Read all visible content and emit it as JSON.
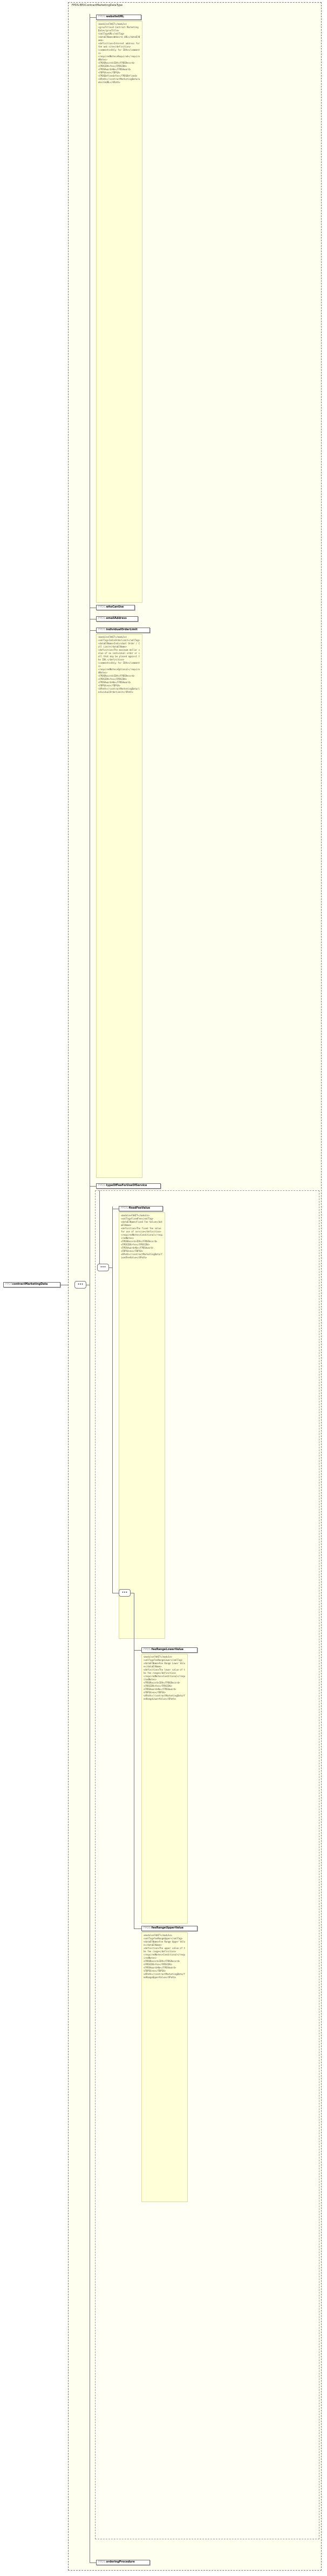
{
  "root_element": {
    "prefix": "FPDS",
    "name": "contractMarketingData"
  },
  "complex_type": {
    "title": "FPDS:EEVContractMarketingDataType"
  },
  "compositors": {
    "sequence_symbol": "•••",
    "choice_symbol": "•••"
  },
  "elements": [
    {
      "prefix": "FPDS:",
      "name": "websiteURL"
    },
    {
      "prefix": "FPDS:",
      "name": "whoCanUse"
    },
    {
      "prefix": "FPDS:",
      "name": "emailAddress"
    },
    {
      "prefix": "FPDS:",
      "name": "individualOrderLimit"
    },
    {
      "prefix": "FPDS:",
      "name": "typeOfFeeForUseOfService"
    },
    {
      "prefix": "FPDS:",
      "name": "fixedFeeValue"
    },
    {
      "prefix": "FPDS:",
      "name": "feeRangeLowerValue"
    },
    {
      "prefix": "FPDS:",
      "name": "feeRangeUpperValue"
    },
    {
      "prefix": "FPDS:",
      "name": "orderingProcedure"
    }
  ],
  "annotations": {
    "websiteURL": "<module>FAHIT</module>\n<grouTitle>A Contract Marketing Data</grouTitle>\n<xmlTag>URL</xmlTag>\n<dataElName>Website URL</dataElName>\n<definition>Internet address for the web site</definition>\n<comments>Only for IDVs</comments>\n<requiredNotes>Required</requiredNotes>\n<FPDSRecord>IDV</FPDSRecord>\n<FPDSIDV>Yes</FPDSIDV>\n<FPDSAward>No</FPDSAward>\n<FDPSX>no</FDPSX>\n<FPDSDefined>Yes</FPDSDefined>\n<XPath>//contractMarketingData/websiteURL</XPath>",
    "whoCanUse": "",
    "emailAddress": "",
    "individualOrderLimit": "<module>FAHIT</module>\n<xmlTag>IndivOrderLimit</xmlTag>\n<dataElName>Individual Order / Call Limit</dataElName>\n<definition>The maximum dollar value of an individual order or call that may be placed against the IDV.</definition>\n<comments>Only for IDVs</comments>\n<requiredNotes>Optional</requiredNotes>\n<FPDSRecord>IDV</FPDSRecord>\n<FPDSIDV>Yes</FPDSIDV>\n<FPDSAward>No</FPDSAward>\n<FDPSX>no</FDPSX>\n<XPath>//contractMarketingData/individualOrderLimit</XPath>",
    "typeOfFeeForUseOfService": "<module>FAHIT</module>\n<xmlTag>FeeForUseOfService</xmlTag>\n<dataElName>Type of Fee for Use of Service</dataElName>\n<definition>Fixed, Range, or No Fee</definition>\n<requiredNotes>Required</requiredNotes>\n<FPDSRecord>IDV</FPDSRecord>\n<FPDSIDV>Yes</FPDSIDV>\n<FPDSAward>No</FPDSAward>\n<FDPSX>no</FDPSX>\n<XPath>//contractMarketingData/typeOfFeeForUseOfService</XPath>",
    "fixedFeeValue": "<module>FAHIT</module>\n<xmlTag>FixedFee</xmlTag>\n<dataElName>Fixed Fee Value</dataElName>\n<definition>The fixed fee value for use of service</definition>\n<requiredNotes>Conditional</requiredNotes>\n<FPDSRecord>IDV</FPDSRecord>\n<FPDSIDV>Yes</FPDSIDV>\n<FPDSAward>No</FPDSAward>\n<FDPSX>no</FDPSX>\n<XPath>//contractMarketingData/fixedFeeValue</XPath>",
    "feeRangeLowerValue": "<module>FAHIT</module>\n<xmlTag>FeeRangeLower</xmlTag>\n<dataElName>Fee Range Lower Value</dataElName>\n<definition>The lower value of the fee range</definition>\n<requiredNotes>Conditional</requiredNotes>\n<FPDSRecord>IDV</FPDSRecord>\n<FPDSIDV>Yes</FPDSIDV>\n<FPDSAward>No</FPDSAward>\n<FDPSX>no</FDPSX>\n<XPath>//contractMarketingData/feeRangeLowerValue</XPath>",
    "feeRangeUpperValue": "<module>FAHIT</module>\n<xmlTag>FeeRangeUpper</xmlTag>\n<dataElName>Fee Range Upper Value</dataElName>\n<definition>The upper value of the fee range</definition>\n<requiredNotes>Conditional</requiredNotes>\n<FPDSRecord>IDV</FPDSRecord>\n<FPDSIDV>Yes</FPDSIDV>\n<FPDSAward>No</FPDSAward>\n<FDPSX>no</FDPSX>\n<XPath>//contractMarketingData/feeRangeUpperValue</XPath>",
    "orderingProcedure": ""
  }
}
